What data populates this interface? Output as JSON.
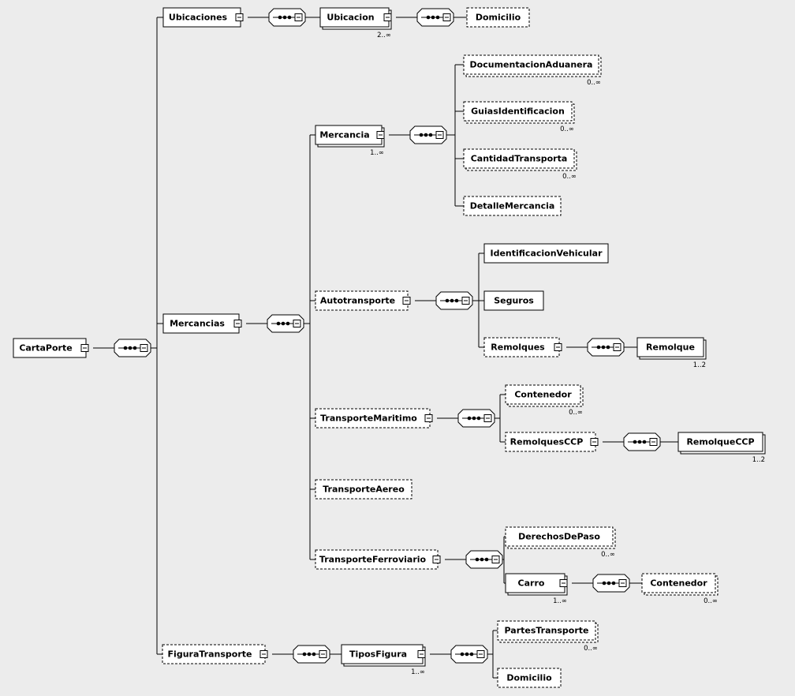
{
  "diagram": {
    "nodes": [
      {
        "id": "CartaPorte",
        "label": "CartaPorte",
        "optional": false,
        "stacked": false,
        "collapse": true,
        "occurs": ""
      },
      {
        "id": "Ubicaciones",
        "label": "Ubicaciones",
        "optional": false,
        "stacked": false,
        "collapse": true,
        "occurs": ""
      },
      {
        "id": "Ubicacion",
        "label": "Ubicacion",
        "optional": false,
        "stacked": true,
        "collapse": true,
        "occurs": "2..∞"
      },
      {
        "id": "Domicilio1",
        "label": "Domicilio",
        "optional": true,
        "stacked": false,
        "collapse": false,
        "occurs": ""
      },
      {
        "id": "Mercancias",
        "label": "Mercancias",
        "optional": false,
        "stacked": false,
        "collapse": true,
        "occurs": ""
      },
      {
        "id": "Mercancia",
        "label": "Mercancia",
        "optional": false,
        "stacked": true,
        "collapse": true,
        "occurs": "1..∞"
      },
      {
        "id": "DocumentacionAduanera",
        "label": "DocumentacionAduanera",
        "optional": true,
        "stacked": true,
        "collapse": false,
        "occurs": "0..∞"
      },
      {
        "id": "GuiasIdentificacion",
        "label": "GuiasIdentificacion",
        "optional": true,
        "stacked": true,
        "collapse": false,
        "occurs": "0..∞"
      },
      {
        "id": "CantidadTransporta",
        "label": "CantidadTransporta",
        "optional": true,
        "stacked": true,
        "collapse": false,
        "occurs": "0..∞"
      },
      {
        "id": "DetalleMercancia",
        "label": "DetalleMercancia",
        "optional": true,
        "stacked": false,
        "collapse": false,
        "occurs": ""
      },
      {
        "id": "Autotransporte",
        "label": "Autotransporte",
        "optional": true,
        "stacked": false,
        "collapse": true,
        "occurs": ""
      },
      {
        "id": "IdentificacionVehicular",
        "label": "IdentificacionVehicular",
        "optional": false,
        "stacked": false,
        "collapse": false,
        "occurs": ""
      },
      {
        "id": "Seguros",
        "label": "Seguros",
        "optional": false,
        "stacked": false,
        "collapse": false,
        "occurs": ""
      },
      {
        "id": "Remolques",
        "label": "Remolques",
        "optional": true,
        "stacked": false,
        "collapse": true,
        "occurs": ""
      },
      {
        "id": "Remolque",
        "label": "Remolque",
        "optional": false,
        "stacked": true,
        "collapse": false,
        "occurs": "1..2"
      },
      {
        "id": "TransporteMaritimo",
        "label": "TransporteMaritimo",
        "optional": true,
        "stacked": false,
        "collapse": true,
        "occurs": ""
      },
      {
        "id": "Contenedor1",
        "label": "Contenedor",
        "optional": true,
        "stacked": true,
        "collapse": false,
        "occurs": "0..∞"
      },
      {
        "id": "RemolquesCCP",
        "label": "RemolquesCCP",
        "optional": true,
        "stacked": false,
        "collapse": true,
        "occurs": ""
      },
      {
        "id": "RemolqueCCP",
        "label": "RemolqueCCP",
        "optional": false,
        "stacked": true,
        "collapse": false,
        "occurs": "1..2"
      },
      {
        "id": "TransporteAereo",
        "label": "TransporteAereo",
        "optional": true,
        "stacked": false,
        "collapse": false,
        "occurs": ""
      },
      {
        "id": "TransporteFerroviario",
        "label": "TransporteFerroviario",
        "optional": true,
        "stacked": false,
        "collapse": true,
        "occurs": ""
      },
      {
        "id": "DerechosDePaso",
        "label": "DerechosDePaso",
        "optional": true,
        "stacked": true,
        "collapse": false,
        "occurs": "0..∞"
      },
      {
        "id": "Carro",
        "label": "Carro",
        "optional": false,
        "stacked": true,
        "collapse": true,
        "occurs": "1..∞"
      },
      {
        "id": "Contenedor2",
        "label": "Contenedor",
        "optional": true,
        "stacked": true,
        "collapse": false,
        "occurs": "0..∞"
      },
      {
        "id": "FiguraTransporte",
        "label": "FiguraTransporte",
        "optional": true,
        "stacked": false,
        "collapse": true,
        "occurs": ""
      },
      {
        "id": "TiposFigura",
        "label": "TiposFigura",
        "optional": false,
        "stacked": true,
        "collapse": true,
        "occurs": "1..∞"
      },
      {
        "id": "PartesTransporte",
        "label": "PartesTransporte",
        "optional": true,
        "stacked": true,
        "collapse": false,
        "occurs": "0..∞"
      },
      {
        "id": "Domicilio2",
        "label": "Domicilio",
        "optional": true,
        "stacked": false,
        "collapse": false,
        "occurs": ""
      }
    ],
    "edges": [
      [
        "CartaPorte",
        "Ubicaciones"
      ],
      [
        "CartaPorte",
        "Mercancias"
      ],
      [
        "CartaPorte",
        "FiguraTransporte"
      ],
      [
        "Ubicaciones",
        "Ubicacion"
      ],
      [
        "Ubicacion",
        "Domicilio1"
      ],
      [
        "Mercancias",
        "Mercancia"
      ],
      [
        "Mercancias",
        "Autotransporte"
      ],
      [
        "Mercancias",
        "TransporteMaritimo"
      ],
      [
        "Mercancias",
        "TransporteAereo"
      ],
      [
        "Mercancias",
        "TransporteFerroviario"
      ],
      [
        "Mercancia",
        "DocumentacionAduanera"
      ],
      [
        "Mercancia",
        "GuiasIdentificacion"
      ],
      [
        "Mercancia",
        "CantidadTransporta"
      ],
      [
        "Mercancia",
        "DetalleMercancia"
      ],
      [
        "Autotransporte",
        "IdentificacionVehicular"
      ],
      [
        "Autotransporte",
        "Seguros"
      ],
      [
        "Autotransporte",
        "Remolques"
      ],
      [
        "Remolques",
        "Remolque"
      ],
      [
        "TransporteMaritimo",
        "Contenedor1"
      ],
      [
        "TransporteMaritimo",
        "RemolquesCCP"
      ],
      [
        "RemolquesCCP",
        "RemolqueCCP"
      ],
      [
        "TransporteFerroviario",
        "DerechosDePaso"
      ],
      [
        "TransporteFerroviario",
        "Carro"
      ],
      [
        "Carro",
        "Contenedor2"
      ],
      [
        "FiguraTransporte",
        "TiposFigura"
      ],
      [
        "TiposFigura",
        "PartesTransporte"
      ],
      [
        "TiposFigura",
        "Domicilio2"
      ]
    ],
    "colors": {
      "background": "#ececec",
      "box_fill": "#ffffff",
      "stroke": "#000000"
    }
  }
}
